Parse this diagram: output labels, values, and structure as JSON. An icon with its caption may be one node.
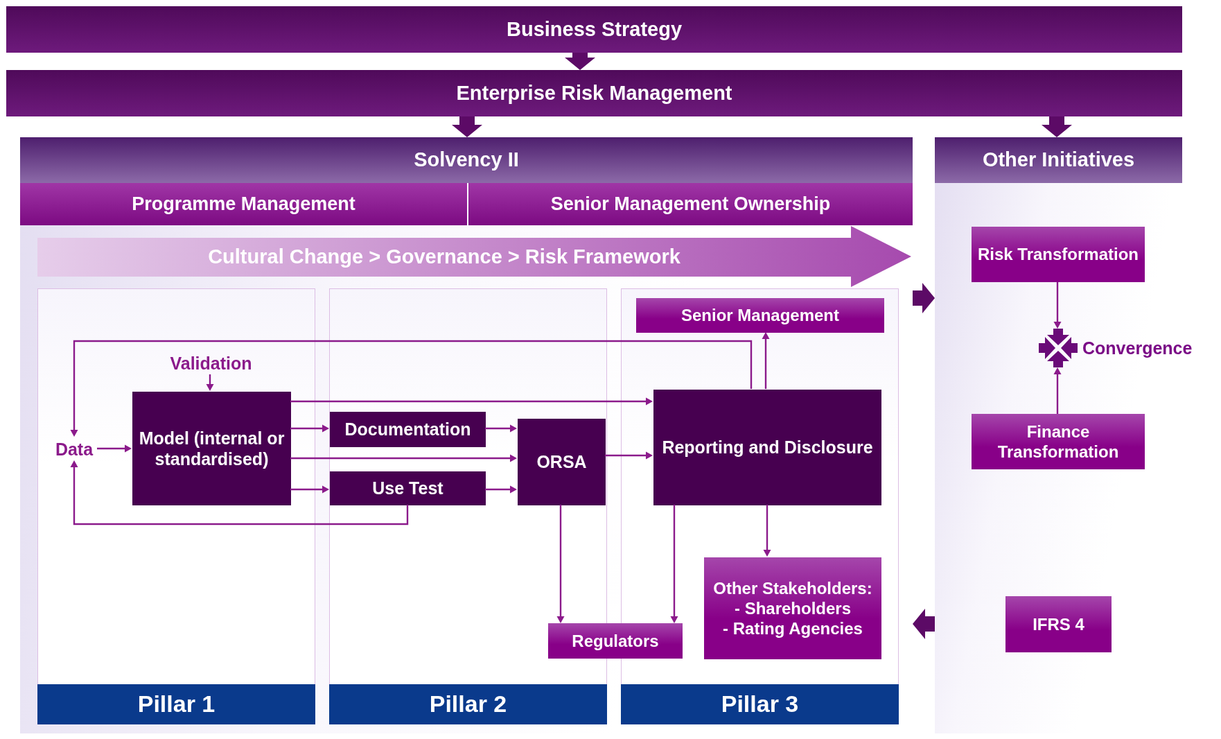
{
  "diagram": {
    "nodes": [
      {
        "text": [
          "Business Strategy"
        ]
      },
      {
        "text": [
          "Enterprise Risk Management"
        ]
      },
      {
        "text": [
          "Solvency II"
        ]
      },
      {
        "text": [
          "Programme Management"
        ],
        "in": 2
      },
      {
        "text": [
          "Senior Management Ownership"
        ],
        "in": 2
      },
      {
        "text": [
          "Cultural Change > Governance > Risk Framework"
        ],
        "in": 2
      },
      {
        "text": [
          "Pillar 1"
        ],
        "in": 2
      },
      {
        "text": [
          "Pillar 2"
        ],
        "in": 2
      },
      {
        "text": [
          "Pillar 3"
        ],
        "in": 2
      },
      {
        "text": [
          "Validation"
        ],
        "in": 6
      },
      {
        "text": [
          "Data"
        ],
        "in": 6
      },
      {
        "text": [
          "Model (internal or standardised)"
        ],
        "in": 6
      },
      {
        "text": [
          "Documentation"
        ],
        "in": 7
      },
      {
        "text": [
          "Use Test"
        ],
        "in": 7
      },
      {
        "text": [
          "ORSA"
        ],
        "in": 7
      },
      {
        "text": [
          "Senior Management"
        ],
        "in": 8
      },
      {
        "text": [
          "Reporting and Disclosure"
        ],
        "in": 8
      },
      {
        "text": [
          "Regulators"
        ],
        "in": 2
      },
      {
        "text": [
          "Other Stakeholders:",
          "- Shareholders",
          "- Rating Agencies"
        ],
        "in": 8
      },
      {
        "text": [
          "Other Initiatives"
        ]
      },
      {
        "text": [
          "Risk Transformation"
        ],
        "in": 19
      },
      {
        "text": [
          "Convergence"
        ]
      },
      {
        "text": [
          "Finance Transformation"
        ],
        "in": 19
      },
      {
        "text": [
          "IFRS 4"
        ],
        "in": 19
      }
    ],
    "edges": [
      {
        "from": 0,
        "to": 1,
        "arrow": "to",
        "style": "thick",
        "color": "#5c0a66"
      },
      {
        "from": 1,
        "to": 2,
        "arrow": "to",
        "style": "thick",
        "color": "#5c0a66"
      },
      {
        "from": 1,
        "to": 19,
        "arrow": "to",
        "style": "thick",
        "color": "#5c0a66"
      },
      {
        "from": 9,
        "to": 11,
        "arrow": "to"
      },
      {
        "from": 10,
        "to": 11,
        "arrow": "to"
      },
      {
        "from": 11,
        "to": 12,
        "arrow": "to"
      },
      {
        "from": 11,
        "to": 13,
        "arrow": "to"
      },
      {
        "from": 11,
        "to": 14,
        "arrow": "to"
      },
      {
        "from": 11,
        "to": 16,
        "arrow": "to"
      },
      {
        "from": 12,
        "to": 14,
        "arrow": "to"
      },
      {
        "from": 13,
        "to": 14,
        "arrow": "to"
      },
      {
        "from": 14,
        "to": 16,
        "arrow": "to"
      },
      {
        "from": 13,
        "to": 10,
        "arrow": "to"
      },
      {
        "from": 16,
        "to": 10,
        "arrow": "to"
      },
      {
        "from": 16,
        "to": 15,
        "arrow": "to"
      },
      {
        "from": 14,
        "to": 17,
        "arrow": "to"
      },
      {
        "from": 16,
        "to": 17,
        "arrow": "to"
      },
      {
        "from": 16,
        "to": 18,
        "arrow": "to"
      },
      {
        "from": 20,
        "to": 21,
        "arrow": "to"
      },
      {
        "from": 22,
        "to": 21,
        "arrow": "to"
      },
      {
        "from": 2,
        "to": 19,
        "arrow": "to",
        "style": "thick",
        "color": "#5c0a66"
      },
      {
        "from": 19,
        "to": 2,
        "arrow": "to",
        "style": "thick",
        "color": "#5c0a66"
      }
    ]
  }
}
